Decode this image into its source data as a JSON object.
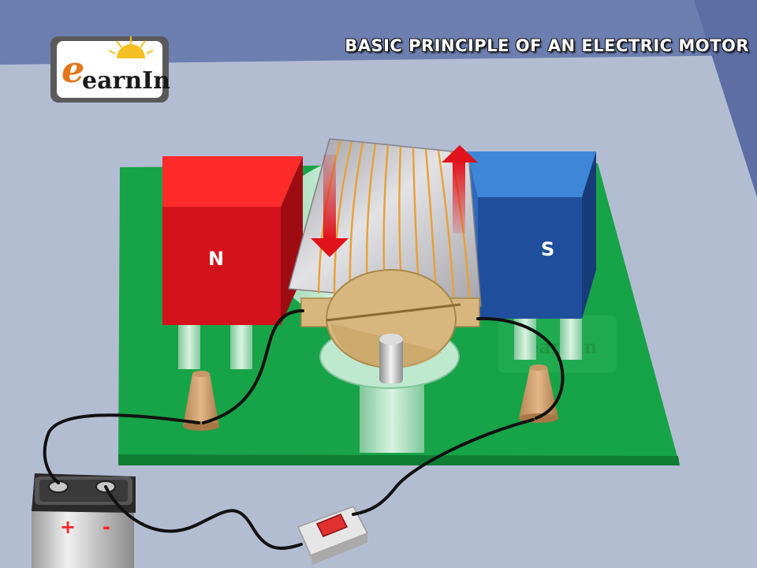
{
  "title": "BASIC PRINCIPLE OF AN ELECTRIC MOTOR",
  "logo": {
    "initial": "e",
    "text": "earnIn"
  },
  "watermark": {
    "text": "earnIn"
  },
  "magnets": {
    "north_label": "N",
    "south_label": "S"
  },
  "battery": {
    "positive_label": "+",
    "negative_label": "-"
  },
  "colors": {
    "north_pole": "#e0121b",
    "south_pole": "#1f57a8",
    "board": "#17a347",
    "wire": "#111111",
    "coil_wire": "#e8a13a",
    "force_arrow": "#e0121b",
    "switch_button": "#e03030"
  }
}
